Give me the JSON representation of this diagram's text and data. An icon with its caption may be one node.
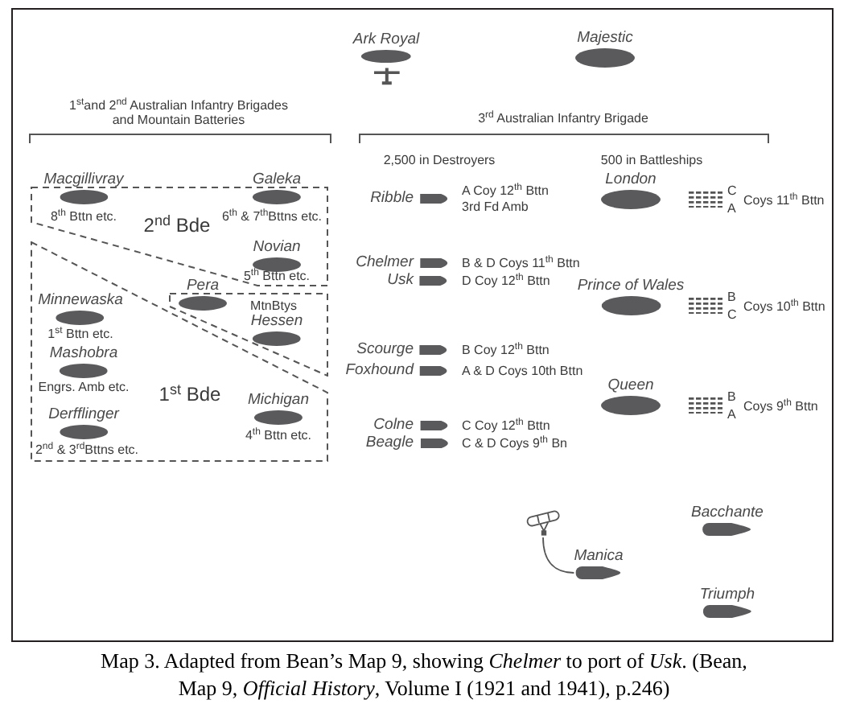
{
  "diagram": {
    "caption": "Map 3. Adapted from Bean’s Map 9, showing *Chelmer* to port of *Usk*. (Bean, Map 9, *Official History*, Volume I (1921 and 1941), p.246)",
    "nodes": [
      {
        "text": [
          "Ark Royal"
        ]
      },
      {
        "text": [
          "Majestic"
        ]
      },
      {
        "text": [
          "2$^{nd}$ Bde"
        ]
      },
      {
        "text": [
          "Macgillivray"
        ],
        "in": 2,
        "beside": [
          "8$^{th}$ Bttn etc."
        ]
      },
      {
        "text": [
          "Galeka"
        ],
        "in": 2,
        "beside": [
          "6$^{th}$ & 7$^{th}$Bttns etc."
        ]
      },
      {
        "text": [
          "Novian"
        ],
        "in": 2,
        "beside": [
          "5$^{th}$ Bttn etc."
        ]
      },
      {
        "text": [
          "Ribble"
        ],
        "beside": [
          "A Coy 12$^{th}$ Bttn",
          "3rd Fd Amb"
        ]
      },
      {
        "text": [
          "London"
        ],
        "beside": [
          "C",
          "A",
          "Coys 11$^{th}$ Bttn"
        ]
      },
      {
        "text": [
          "Chelmer"
        ],
        "beside": [
          "B & D Coys 11$^{th}$ Bttn"
        ]
      },
      {
        "text": [
          "Usk"
        ],
        "beside": [
          "D Coy 12$^{th}$ Bttn"
        ]
      },
      {
        "text": [
          "MtnBtys"
        ]
      },
      {
        "text": [
          "Pera"
        ],
        "in": 10
      },
      {
        "text": [
          "Hessen"
        ],
        "in": 10
      },
      {
        "text": [
          "1$^{st}$ Bde"
        ]
      },
      {
        "text": [
          "Minnewaska"
        ],
        "in": 13,
        "beside": [
          "1$^{st}$ Bttn etc."
        ]
      },
      {
        "text": [
          "Mashobra"
        ],
        "in": 13,
        "beside": [
          "Engrs. Amb etc."
        ]
      },
      {
        "text": [
          "Derfflinger"
        ],
        "in": 13,
        "beside": [
          "2$^{nd}$ & 3$^{rd}$Bttns etc."
        ]
      },
      {
        "text": [
          "Michigan"
        ],
        "in": 13,
        "beside": [
          "4$^{th}$ Bttn etc."
        ]
      },
      {
        "text": [
          "Prince of Wales"
        ],
        "beside": [
          "B",
          "C",
          "Coys 10$^{th}$ Bttn"
        ]
      },
      {
        "text": [
          "Scourge"
        ],
        "beside": [
          "B Coy 12$^{th}$ Bttn"
        ]
      },
      {
        "text": [
          "Foxhound"
        ],
        "beside": [
          "A & D Coys 10th Bttn"
        ]
      },
      {
        "text": [
          "Queen"
        ],
        "beside": [
          "B",
          "A",
          "Coys 9$^{th}$ Bttn"
        ]
      },
      {
        "text": [
          "Colne"
        ],
        "beside": [
          "C Coy 12$^{th}$ Bttn"
        ]
      },
      {
        "text": [
          "Beagle"
        ],
        "beside": [
          "C & D Coys 9$^{th}$ Bn"
        ]
      },
      {
        "text": [
          "Bacchante"
        ]
      },
      {
        "text": [],
        "shape": "picture"
      },
      {
        "text": [
          "Manica"
        ]
      },
      {
        "text": [
          "Triumph"
        ]
      }
    ],
    "edges": [
      {
        "from": 25,
        "to": 26,
        "arrow": "none"
      }
    ],
    "labels": [
      "1$^{st}$and 2$^{nd}$ Australian Infantry Brigades and Mountain Batteries",
      "3$^{rd}$ Australian Infantry Brigade",
      "2,500 in Destroyers",
      "500 in Battleships"
    ]
  }
}
